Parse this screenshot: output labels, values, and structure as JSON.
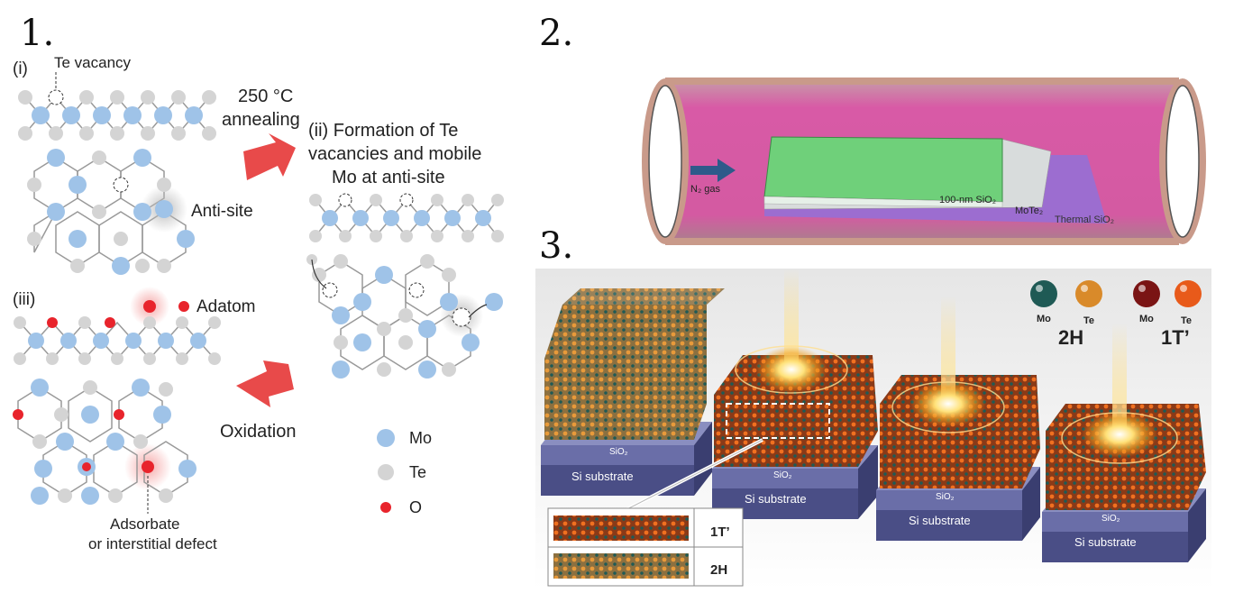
{
  "panels": {
    "p1": {
      "number": "1."
    },
    "p2": {
      "number": "2."
    },
    "p3": {
      "number": "3."
    }
  },
  "panel1": {
    "step_i": "(i)",
    "te_vacancy": "Te vacancy",
    "anneal_temp": "250 °C",
    "anneal_word": "annealing",
    "anti_site": "Anti-site",
    "step_ii_line1": "(ii) Formation of Te",
    "step_ii_line2": "vacancies and mobile",
    "step_ii_line3": "Mo at anti-site",
    "step_iii": "(iii)",
    "adatom": "Adatom",
    "oxidation": "Oxidation",
    "adsorbate_line1": "Adsorbate",
    "adsorbate_line2": "or interstitial defect",
    "legend": [
      {
        "label": "Mo",
        "color": "#9fc3e8"
      },
      {
        "label": "Te",
        "color": "#d4d4d4"
      },
      {
        "label": "O",
        "color": "#e8242c"
      }
    ]
  },
  "panel2": {
    "gas": "N₂ gas",
    "sio2_top": "100-nm SiO₂",
    "mote2": "MoTe₂",
    "thermal_sio2": "Thermal SiO₂"
  },
  "panel3": {
    "blocks": [
      {
        "sio2": "SiO₂",
        "substrate": "Si substrate"
      },
      {
        "sio2": "SiO₂",
        "substrate": "Si substrate"
      },
      {
        "sio2": "SiO₂",
        "substrate": "Si substrate"
      },
      {
        "sio2": "SiO₂",
        "substrate": "Si substrate"
      }
    ],
    "legend_2h": {
      "phase": "2H",
      "mo": "Mo",
      "te": "Te",
      "mo_color": "#1f5a55",
      "te_color": "#d98a2a"
    },
    "legend_1t": {
      "phase": "1T’",
      "mo": "Mo",
      "te": "Te",
      "mo_color": "#7a1414",
      "te_color": "#e85a1a"
    },
    "inset": {
      "top_phase": "1T’",
      "bottom_phase": "2H"
    }
  }
}
